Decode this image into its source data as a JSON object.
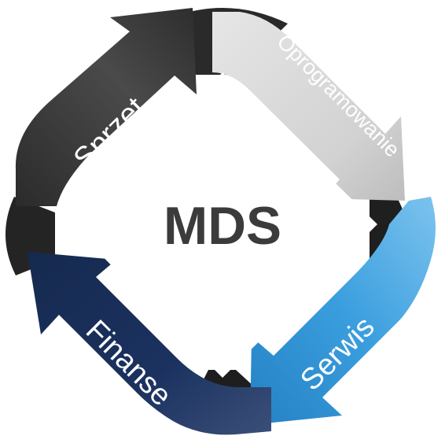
{
  "center": {
    "title": "MDS"
  },
  "segments": [
    {
      "label": "Sprzęt",
      "color": "#3d3d3d"
    },
    {
      "label": "Oprogramowanie",
      "color": "#cfcfcf"
    },
    {
      "label": "Serwis",
      "color": "#3a9ede"
    },
    {
      "label": "Finanse",
      "color": "#1a2d55"
    }
  ]
}
